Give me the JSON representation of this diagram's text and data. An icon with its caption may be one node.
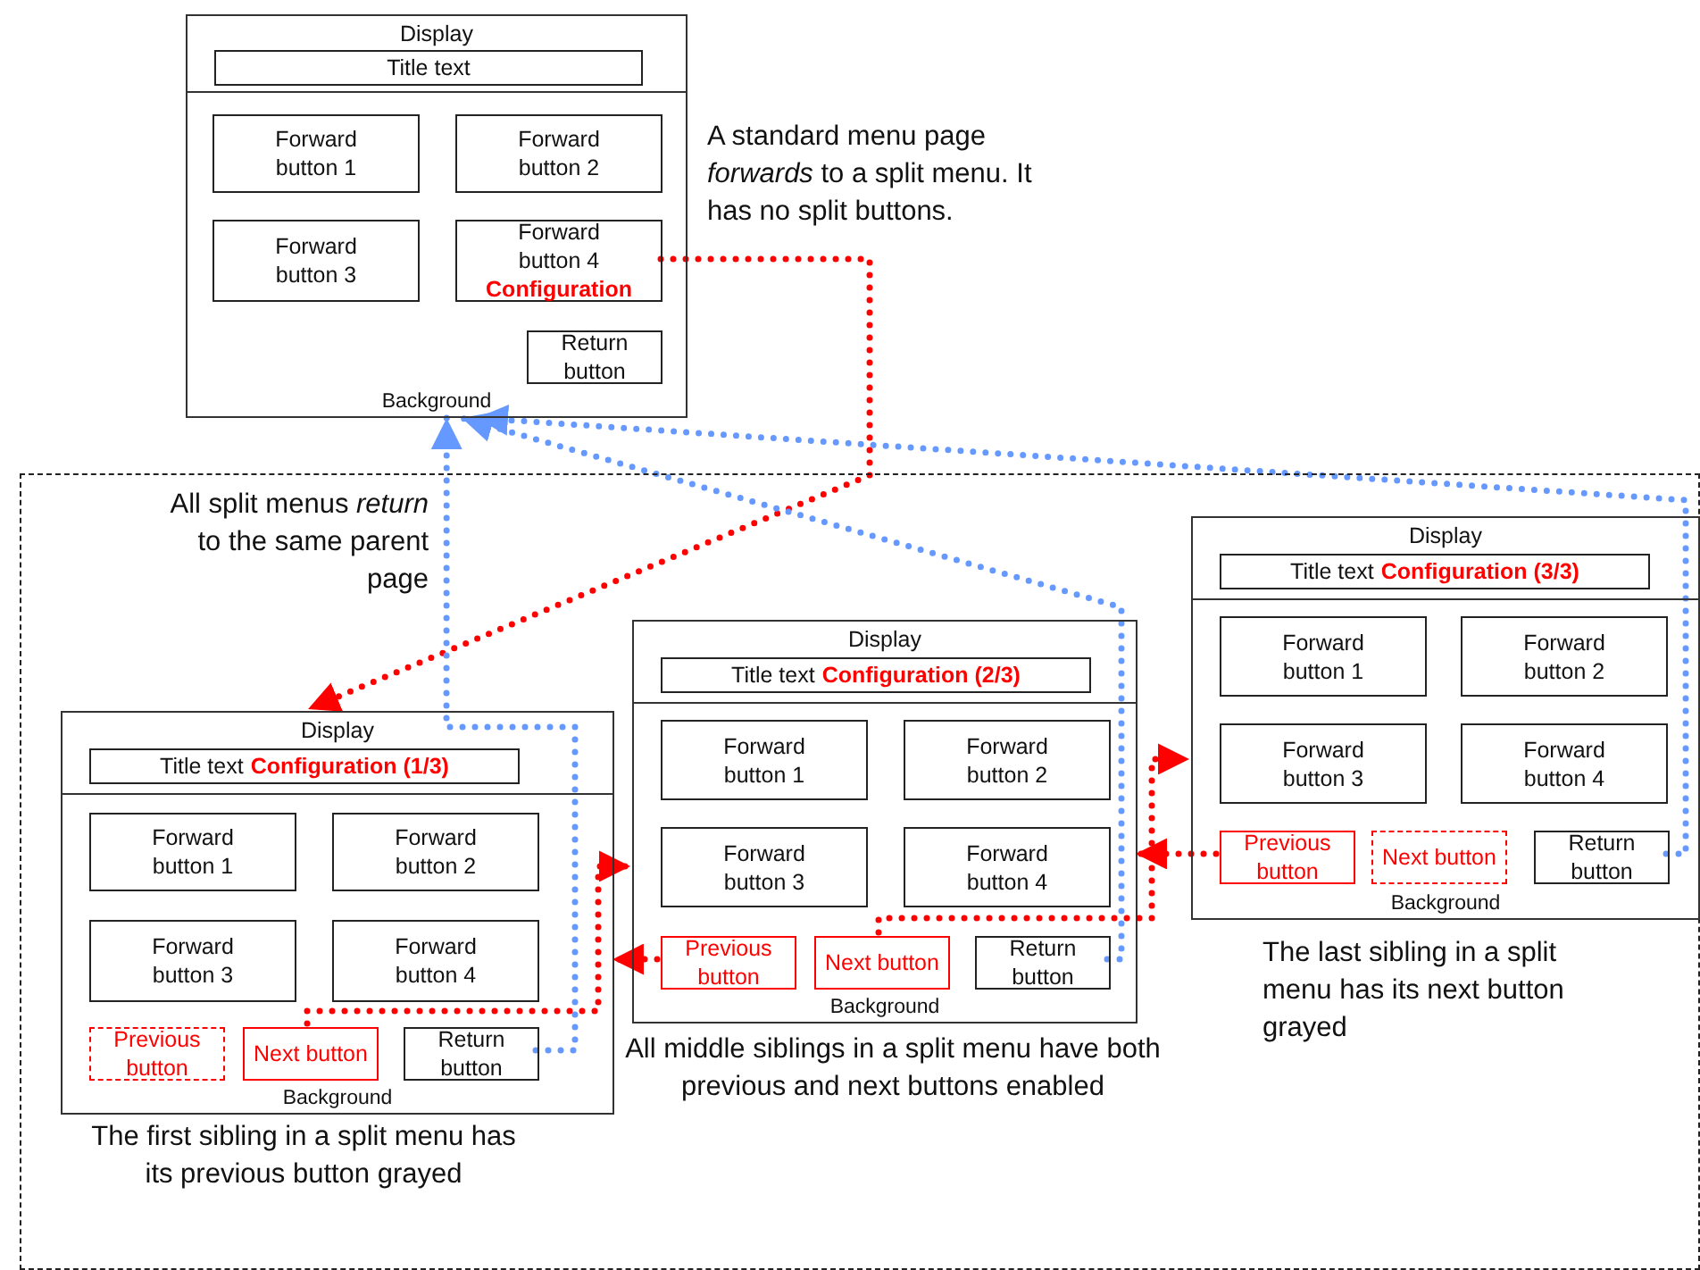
{
  "diagram": {
    "nodes": [
      {
        "text": [
          "Display",
          "Background"
        ]
      },
      {
        "text": [
          "Title text"
        ],
        "in": 0
      },
      {
        "text": [
          "Forward button 1"
        ],
        "in": 0
      },
      {
        "text": [
          "Forward button 2"
        ],
        "in": 0
      },
      {
        "text": [
          "Forward button 3"
        ],
        "in": 0
      },
      {
        "text": [
          "Forward button 4",
          "Configuration"
        ],
        "in": 0
      },
      {
        "text": [
          "Return button"
        ],
        "in": 0
      },
      {
        "text": [],
        "shape": "box"
      },
      {
        "text": [
          "Display",
          "Background"
        ],
        "in": 7
      },
      {
        "text": [
          "Title text",
          "Configuration (1/3)"
        ],
        "in": 8
      },
      {
        "text": [
          "Forward button 1"
        ],
        "in": 8
      },
      {
        "text": [
          "Forward button 2"
        ],
        "in": 8
      },
      {
        "text": [
          "Forward button 3"
        ],
        "in": 8
      },
      {
        "text": [
          "Forward button 4"
        ],
        "in": 8
      },
      {
        "text": [
          "Previous button"
        ],
        "in": 8
      },
      {
        "text": [
          "Next button"
        ],
        "in": 8
      },
      {
        "text": [
          "Return button"
        ],
        "in": 8
      },
      {
        "text": [
          "Display",
          "Background"
        ],
        "in": 7
      },
      {
        "text": [
          "Title text",
          "Configuration (2/3)"
        ],
        "in": 17
      },
      {
        "text": [
          "Forward button 1"
        ],
        "in": 17
      },
      {
        "text": [
          "Forward button 2"
        ],
        "in": 17
      },
      {
        "text": [
          "Forward button 3"
        ],
        "in": 17
      },
      {
        "text": [
          "Forward button 4"
        ],
        "in": 17
      },
      {
        "text": [
          "Previous button"
        ],
        "in": 17
      },
      {
        "text": [
          "Next button"
        ],
        "in": 17
      },
      {
        "text": [
          "Return button"
        ],
        "in": 17
      },
      {
        "text": [
          "Display",
          "Background"
        ],
        "in": 7
      },
      {
        "text": [
          "Title text",
          "Configuration (3/3)"
        ],
        "in": 26
      },
      {
        "text": [
          "Forward button 1"
        ],
        "in": 26
      },
      {
        "text": [
          "Forward button 2"
        ],
        "in": 26
      },
      {
        "text": [
          "Forward button 3"
        ],
        "in": 26
      },
      {
        "text": [
          "Forward button 4"
        ],
        "in": 26
      },
      {
        "text": [
          "Previous button"
        ],
        "in": 26
      },
      {
        "text": [
          "Next button"
        ],
        "in": 26
      },
      {
        "text": [
          "Return button"
        ],
        "in": 26
      }
    ],
    "edges": [
      {
        "from": 5,
        "to": 8,
        "arrow": "to",
        "style": "dashed",
        "color": "#ff0000"
      },
      {
        "from": 16,
        "to": 0,
        "arrow": "to",
        "style": "dashed",
        "color": "#6699ff"
      },
      {
        "from": 25,
        "to": 0,
        "arrow": "to",
        "style": "dashed",
        "color": "#6699ff"
      },
      {
        "from": 34,
        "to": 0,
        "arrow": "to",
        "style": "dashed",
        "color": "#6699ff"
      },
      {
        "from": 15,
        "to": 17,
        "arrow": "to",
        "style": "dashed",
        "color": "#ff0000"
      },
      {
        "from": 23,
        "to": 8,
        "arrow": "to",
        "style": "dashed",
        "color": "#ff0000"
      },
      {
        "from": 24,
        "to": 26,
        "arrow": "to",
        "style": "dashed",
        "color": "#ff0000"
      },
      {
        "from": 32,
        "to": 17,
        "arrow": "to",
        "style": "dashed",
        "color": "#ff0000"
      }
    ],
    "labels": [
      "A standard menu page *forwards* to a split menu. It has no split buttons.",
      "All split menus *return* to the same parent page",
      "The first sibling in a split menu has its previous button grayed",
      "All middle siblings in a split menu have both previous and next buttons enabled",
      "The last sibling in a split menu has its next button grayed"
    ]
  }
}
